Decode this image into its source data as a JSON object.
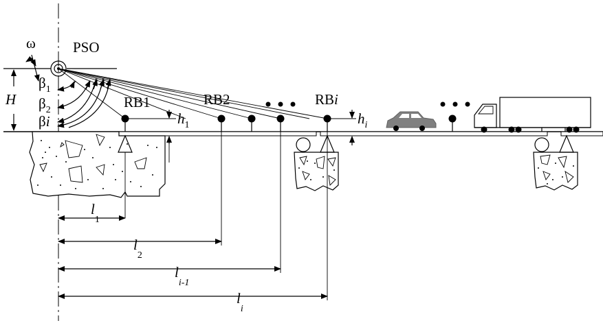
{
  "labels": {
    "omega": "ω",
    "pso": "PSO",
    "H": "H",
    "beta": "β",
    "beta_sub1": "1",
    "beta_sub2": "2",
    "beta_subi": "i",
    "rb1": "RB1",
    "rb2": "RB2",
    "rbi_prefix": "RB",
    "rbi_suffix": "i",
    "h": "h",
    "h_sub1": "1",
    "h_subi": "i",
    "l": "l",
    "l_sub1": "1",
    "l_sub2": "2",
    "l_subim1": "i-1",
    "l_subi": "i"
  }
}
